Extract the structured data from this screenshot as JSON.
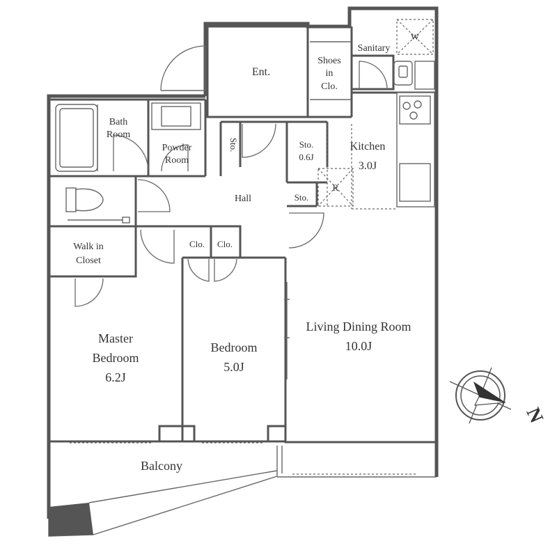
{
  "rooms": {
    "entrance": "Ent.",
    "shoes_closet": [
      "Shoes",
      "in",
      "Clo."
    ],
    "sanitary": "Sanitary",
    "washer": "W",
    "bath_room": [
      "Bath",
      "Room"
    ],
    "powder_room": [
      "Powder",
      "Room"
    ],
    "storage_small": "Sto.",
    "storage_06": [
      "Sto.",
      "0.6J"
    ],
    "storage_hall": "Sto.",
    "kitchen": [
      "Kitchen",
      "3.0J"
    ],
    "fridge": "R",
    "hall": "Hall",
    "walk_in_closet": [
      "Walk in",
      "Closet"
    ],
    "closet_1": "Clo.",
    "closet_2": "Clo.",
    "master_bedroom": [
      "Master",
      "Bedroom",
      "6.2J"
    ],
    "bedroom": [
      "Bedroom",
      "5.0J"
    ],
    "living_dining": [
      "Living Dining Room",
      "10.0J"
    ],
    "balcony": "Balcony"
  },
  "compass": {
    "label": "N"
  },
  "colors": {
    "wall": "#555555",
    "line": "#666666",
    "text": "#333333",
    "background": "#ffffff"
  }
}
